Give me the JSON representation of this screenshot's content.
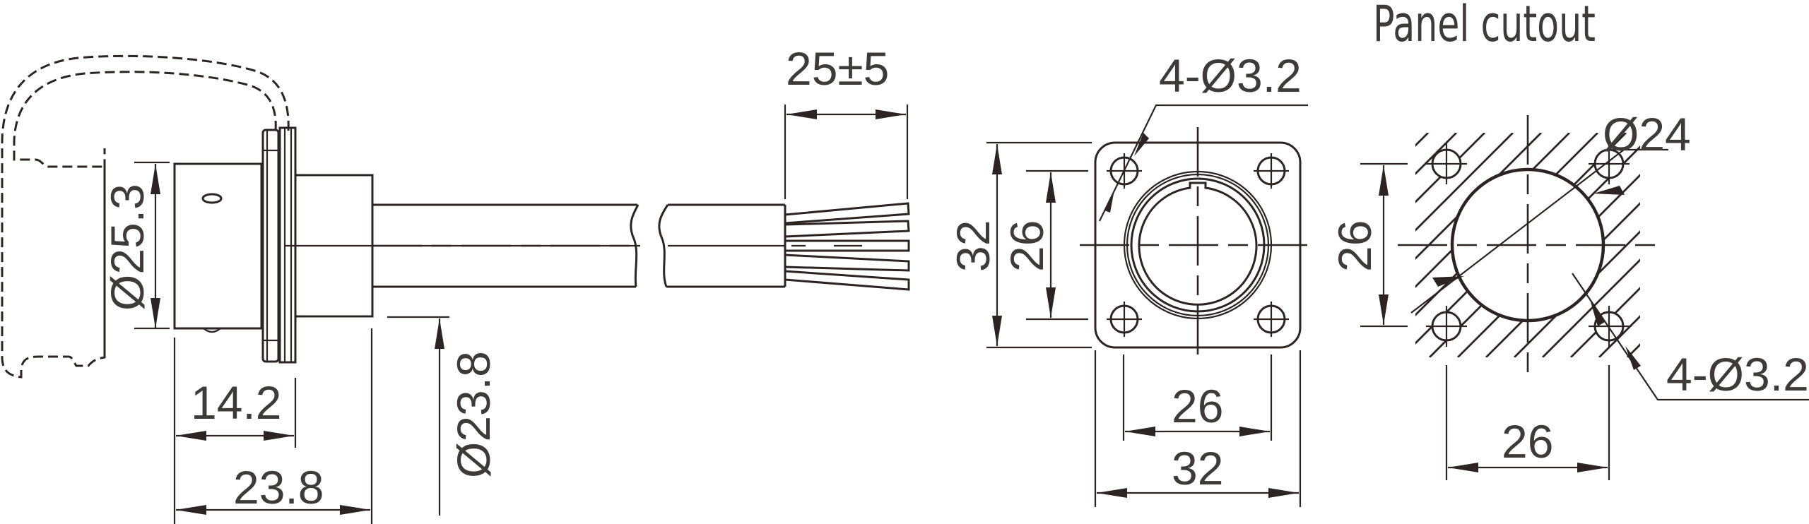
{
  "title": "Panel cutout",
  "colors": {
    "line": "#2b2422",
    "text": "#3d3a39",
    "background": "#ffffff"
  },
  "side_view": {
    "dimensions": {
      "body_diameter": "Ø25.3",
      "flange_to_front": "14.2",
      "overall_length": "23.8",
      "rear_diameter": "Ø23.8",
      "wire_strip_length": "25±5"
    }
  },
  "front_view": {
    "dimensions": {
      "hole_callout": "4-Ø3.2",
      "height_overall": "32",
      "height_holes": "26",
      "width_holes": "26",
      "width_overall": "32"
    }
  },
  "panel_cutout": {
    "dimensions": {
      "cutout_diameter": "Ø24",
      "hole_spacing_vertical": "26",
      "hole_spacing_horizontal": "26",
      "hole_callout": "4-Ø3.2"
    }
  }
}
